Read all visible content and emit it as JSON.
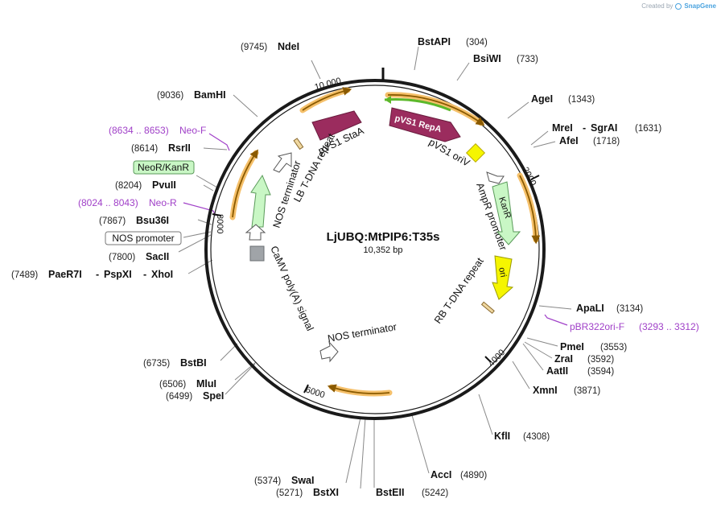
{
  "brand": {
    "created_by": "Created by",
    "name": "SnapGene"
  },
  "plasmid": {
    "name": "LjUBQ:MtPIP6:T35s",
    "size": "10,352 bp"
  },
  "ticks": [
    "10,000",
    "2000",
    "4000",
    "6000",
    "8000"
  ],
  "enzymes": [
    {
      "name": "NdeI",
      "pos": "(9745)"
    },
    {
      "name": "BstAPI",
      "pos": "(304)"
    },
    {
      "name": "BsiWI",
      "pos": "(733)"
    },
    {
      "name": "BamHI",
      "pos": "(9036)"
    },
    {
      "name": "AgeI",
      "pos": "(1343)"
    },
    {
      "name": "MreI",
      "pos": "(1631)",
      "alt": "SgrAI"
    },
    {
      "name": "AfeI",
      "pos": "(1718)"
    },
    {
      "name": "RsrII",
      "pos": "(8614)"
    },
    {
      "name": "PvuII",
      "pos": "(8204)"
    },
    {
      "name": "Bsu36I",
      "pos": "(7867)"
    },
    {
      "name": "SacII",
      "pos": "(7800)"
    },
    {
      "name": "PaeR7I",
      "pos": "(7489)",
      "alt": "PspXI",
      "alt2": "XhoI"
    },
    {
      "name": "ApaLI",
      "pos": "(3134)"
    },
    {
      "name": "PmeI",
      "pos": "(3553)"
    },
    {
      "name": "ZraI",
      "pos": "(3592)"
    },
    {
      "name": "AatII",
      "pos": "(3594)"
    },
    {
      "name": "XmnI",
      "pos": "(3871)"
    },
    {
      "name": "BstBI",
      "pos": "(6735)"
    },
    {
      "name": "MluI",
      "pos": "(6506)"
    },
    {
      "name": "SpeI",
      "pos": "(6499)"
    },
    {
      "name": "KflI",
      "pos": "(4308)"
    },
    {
      "name": "AccI",
      "pos": "(4890)"
    },
    {
      "name": "SwaI",
      "pos": "(5374)"
    },
    {
      "name": "BstXI",
      "pos": "(5271)"
    },
    {
      "name": "BstEII",
      "pos": "(5242)"
    }
  ],
  "primers": [
    {
      "name": "Neo-F",
      "range": "(8634 .. 8653)"
    },
    {
      "name": "Neo-R",
      "range": "(8024 .. 8043)"
    },
    {
      "name": "pBR322ori-F",
      "range": "(3293 .. 3312)"
    }
  ],
  "boxed_labels": [
    "NeoR/KanR",
    "NOS promoter"
  ],
  "features": {
    "pvs1_staa": "pVS1 StaA",
    "lb_repeat": "LB T-DNA repeat",
    "pvs1_repa": "pVS1 RepA",
    "pvs1_oriv": "pVS1 oriV",
    "kanr": "KanR",
    "ampr_promoter": "AmpR promoter",
    "ori": "ori",
    "rb_repeat": "RB T-DNA repeat",
    "nos_terminator_inner": "NOS terminator",
    "nos_terminator_left": "NOS terminator",
    "camv_polya": "CaMV poly(A) signal"
  },
  "colors": {
    "backbone": "#1a1a1a",
    "orange_orf": "#f5a623",
    "repa": "#9b2c5e",
    "staa": "#9b2c5e",
    "green_feature": "#5cb82a",
    "light_green": "#c9f7c5",
    "yellow": "#f5f500",
    "gray": "#a0a4a8",
    "primer": "#a040c8"
  }
}
